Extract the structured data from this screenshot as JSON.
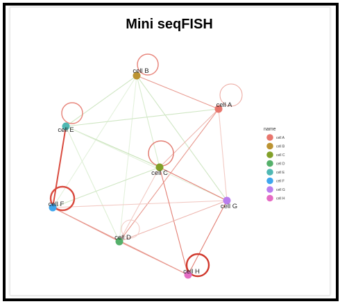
{
  "title": "Mini seqFISH",
  "legend": {
    "title": "name",
    "items": [
      {
        "label": "cell A",
        "color": "#E8766D"
      },
      {
        "label": "cell B",
        "color": "#BB9332"
      },
      {
        "label": "cell C",
        "color": "#82A029"
      },
      {
        "label": "cell D",
        "color": "#55B06A"
      },
      {
        "label": "cell E",
        "color": "#4FB8B3"
      },
      {
        "label": "cell F",
        "color": "#3EA6EE"
      },
      {
        "label": "cell G",
        "color": "#B97EEE"
      },
      {
        "label": "cell H",
        "color": "#E56CC4"
      }
    ]
  },
  "nodes": [
    {
      "id": "A",
      "label": "cell A",
      "color": "#E8766D"
    },
    {
      "id": "B",
      "label": "cell B",
      "color": "#BB9332"
    },
    {
      "id": "C",
      "label": "cell C",
      "color": "#82A029"
    },
    {
      "id": "D",
      "label": "cell D",
      "color": "#55B06A"
    },
    {
      "id": "E",
      "label": "cell E",
      "color": "#4FB8B3"
    },
    {
      "id": "F",
      "label": "cell F",
      "color": "#3EA6EE"
    },
    {
      "id": "G",
      "label": "cell G",
      "color": "#B97EEE"
    },
    {
      "id": "H",
      "label": "cell H",
      "color": "#E56CC4"
    }
  ],
  "edges": [
    {
      "source": "B",
      "target": "A",
      "color": "#E8998F"
    },
    {
      "source": "B",
      "target": "E",
      "color": "#CFE6C3"
    },
    {
      "source": "B",
      "target": "F",
      "color": "#E3F1DC"
    },
    {
      "source": "B",
      "target": "C",
      "color": "#D8ECCD"
    },
    {
      "source": "B",
      "target": "G",
      "color": "#CFE6C3"
    },
    {
      "source": "B",
      "target": "D",
      "color": "#E3F1DC"
    },
    {
      "source": "A",
      "target": "E",
      "color": "#CFE6C3"
    },
    {
      "source": "A",
      "target": "C",
      "color": "#EDB5AE"
    },
    {
      "source": "A",
      "target": "D",
      "color": "#E8998F"
    },
    {
      "source": "A",
      "target": "G",
      "color": "#F2C9C3"
    },
    {
      "source": "E",
      "target": "F",
      "color": "#D94A3E"
    },
    {
      "source": "E",
      "target": "C",
      "color": "#C7E2B8"
    },
    {
      "source": "E",
      "target": "D",
      "color": "#DDEFD4"
    },
    {
      "source": "E",
      "target": "G",
      "color": "#E3F1DC"
    },
    {
      "source": "F",
      "target": "D",
      "color": "#E8998F"
    },
    {
      "source": "F",
      "target": "C",
      "color": "#CFE6C3"
    },
    {
      "source": "F",
      "target": "G",
      "color": "#F2C9C3"
    },
    {
      "source": "F",
      "target": "H",
      "color": "#E8998F"
    },
    {
      "source": "C",
      "target": "G",
      "color": "#E27D72"
    },
    {
      "source": "C",
      "target": "H",
      "color": "#E27D72"
    },
    {
      "source": "C",
      "target": "D",
      "color": "#F2C9C3"
    },
    {
      "source": "D",
      "target": "H",
      "color": "#E8998F"
    },
    {
      "source": "D",
      "target": "G",
      "color": "#EDB5AE"
    },
    {
      "source": "G",
      "target": "H",
      "color": "#E27D72"
    }
  ],
  "self_loops": [
    {
      "node": "A",
      "color": "#EBA39A",
      "weight": "light"
    },
    {
      "node": "B",
      "color": "#E8877D",
      "weight": "medium"
    },
    {
      "node": "C",
      "color": "#E27D72",
      "weight": "medium"
    },
    {
      "node": "D",
      "color": "#F2C9C3",
      "weight": "light"
    },
    {
      "node": "E",
      "color": "#E8877D",
      "weight": "medium"
    },
    {
      "node": "F",
      "color": "#D94A3E",
      "weight": "heavy"
    },
    {
      "node": "H",
      "color": "#D0382C",
      "weight": "heavy"
    }
  ]
}
